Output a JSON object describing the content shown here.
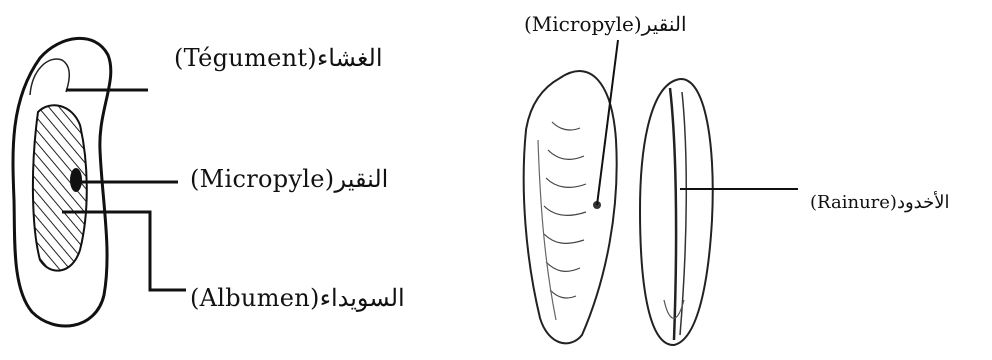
{
  "left_diagram": {
    "tegument": {
      "fr": "(Tégument)",
      "ar": "الغشاء"
    },
    "micropyle": {
      "fr": "(Micropyle)",
      "ar": "النقير"
    },
    "albumen": {
      "fr": "(Albumen)",
      "ar": "السويداء"
    }
  },
  "right_diagram": {
    "micropyle": {
      "fr": "(Micropyle)",
      "ar": "النقير"
    },
    "rainure": {
      "fr": "(Rainure)",
      "ar": "الأخدود"
    }
  }
}
